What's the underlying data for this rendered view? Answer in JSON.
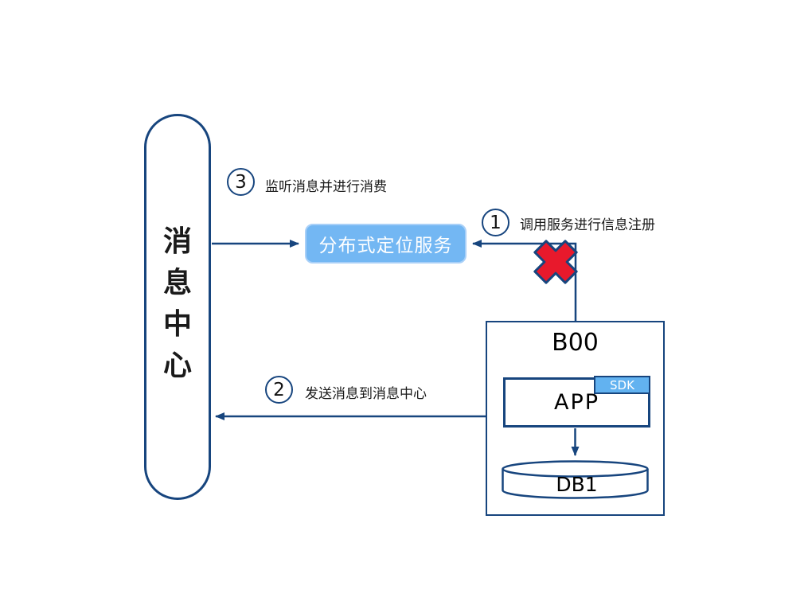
{
  "colors": {
    "connector": "#17457E",
    "service_fill": "#73B7F3",
    "service_border": "#A9D0F8",
    "sdk_fill": "#62B2F0",
    "error_x": "#E8192C"
  },
  "message_center": {
    "label": "消息中心"
  },
  "service": {
    "label": "分布式定位服务"
  },
  "b00": {
    "title": "B00",
    "app_label": "APP",
    "sdk_label": "SDK",
    "db_label": "DB1"
  },
  "steps": {
    "step1": {
      "number": "1",
      "label": "调用服务进行信息注册"
    },
    "step2": {
      "number": "2",
      "label": "发送消息到消息中心"
    },
    "step3": {
      "number": "3",
      "label": "监听消息并进行消费"
    }
  }
}
